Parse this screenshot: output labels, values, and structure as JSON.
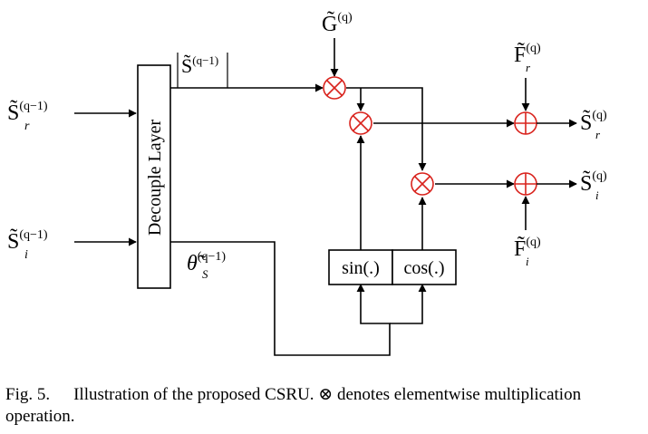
{
  "diagram": {
    "decouple_label": "Decouple Layer",
    "sin_label": "sin(.)",
    "cos_label": "cos(.)",
    "op_multiply": "⊗",
    "op_add": "⊕",
    "inputs": {
      "sr": {
        "base": "S̃",
        "sup": "(q−1)",
        "sub": "r"
      },
      "si": {
        "base": "S̃",
        "sup": "(q−1)",
        "sub": "i"
      },
      "g": {
        "base": "G̃",
        "sup": "(q)"
      },
      "fr": {
        "base": "F̃",
        "sup": "(q)",
        "sub": "r"
      },
      "fi": {
        "base": "F̃",
        "sup": "(q)",
        "sub": "i"
      }
    },
    "intermediate": {
      "magnitude": {
        "base": "S̃",
        "sup": "(q−1)",
        "bars": "| |"
      },
      "phase": {
        "base": "θ̃",
        "sup": "(q−1)",
        "sub": "S"
      }
    },
    "outputs": {
      "sr": {
        "base": "S̃",
        "sup": "(q)",
        "sub": "r"
      },
      "si": {
        "base": "S̃",
        "sup": "(q)",
        "sub": "i"
      }
    }
  },
  "caption": {
    "fig": "Fig. 5.",
    "text": "Illustration of the proposed CSRU. ⊗ denotes elementwise multiplication operation."
  }
}
